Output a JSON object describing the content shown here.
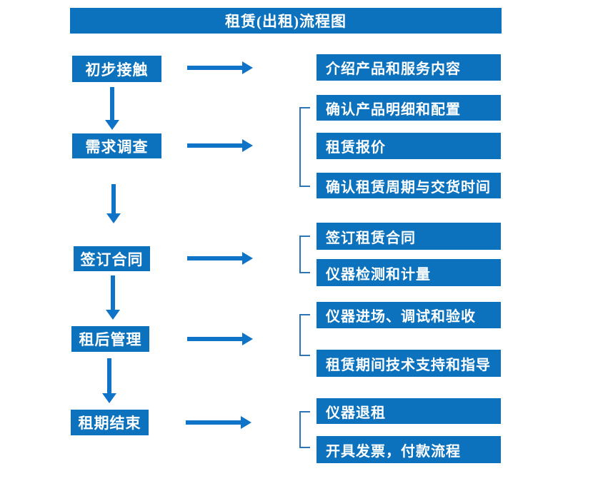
{
  "title": "租赁(出租)流程图",
  "colors": {
    "primary": "#0d72bd",
    "arrow": "#0f74c8",
    "bracket": "#2e75b5",
    "text_on_primary": "#ffffff",
    "background": "#ffffff"
  },
  "steps": [
    {
      "label": "初步接触",
      "outputs": [
        "介绍产品和服务内容"
      ]
    },
    {
      "label": "需求调查",
      "outputs": [
        "确认产品明细和配置",
        "租赁报价",
        "确认租赁周期与交货时间"
      ]
    },
    {
      "label": "签订合同",
      "outputs": [
        "签订租赁合同",
        "仪器检测和计量"
      ]
    },
    {
      "label": "租后管理",
      "outputs": [
        "仪器进场、调试和验收",
        "租赁期间技术支持和指导"
      ]
    },
    {
      "label": "租期结束",
      "outputs": [
        "仪器退租",
        "开具发票，付款流程"
      ]
    }
  ]
}
